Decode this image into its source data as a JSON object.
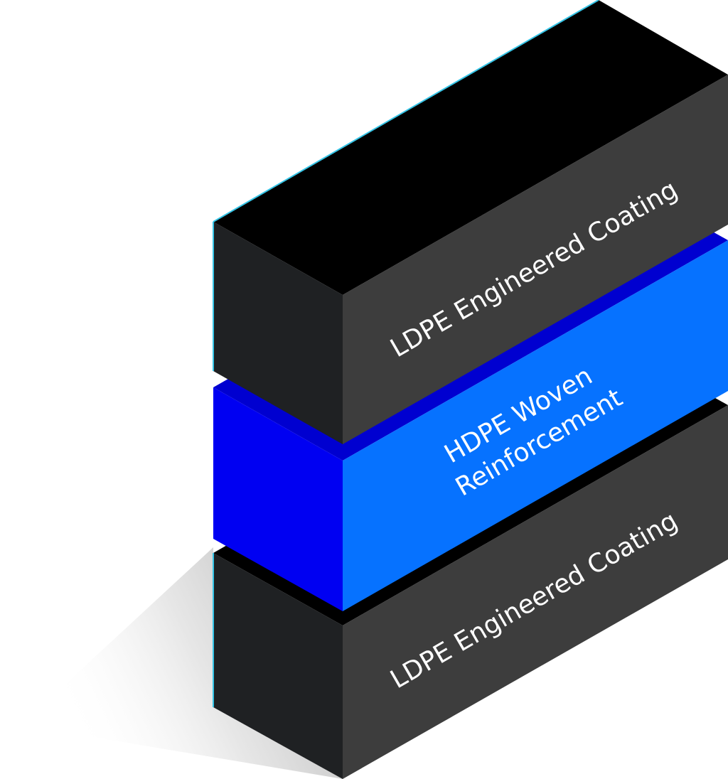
{
  "layers": [
    {
      "label": "LDPE Engineered Coating",
      "colors": {
        "front": "#3d3d3d",
        "side": "#1f2123",
        "top": "#000000",
        "edge": "#35c4e6"
      }
    },
    {
      "label_lines": [
        "HDPE Woven",
        "Reinforcement"
      ],
      "colors": {
        "front": "#0672ff",
        "side": "#0000f2",
        "top": "#0000d0"
      }
    },
    {
      "label": "LDPE Engineered Coating",
      "colors": {
        "front": "#3d3d3d",
        "side": "#1f2123",
        "top": "#000000",
        "edge": "#35c4e6"
      }
    }
  ]
}
